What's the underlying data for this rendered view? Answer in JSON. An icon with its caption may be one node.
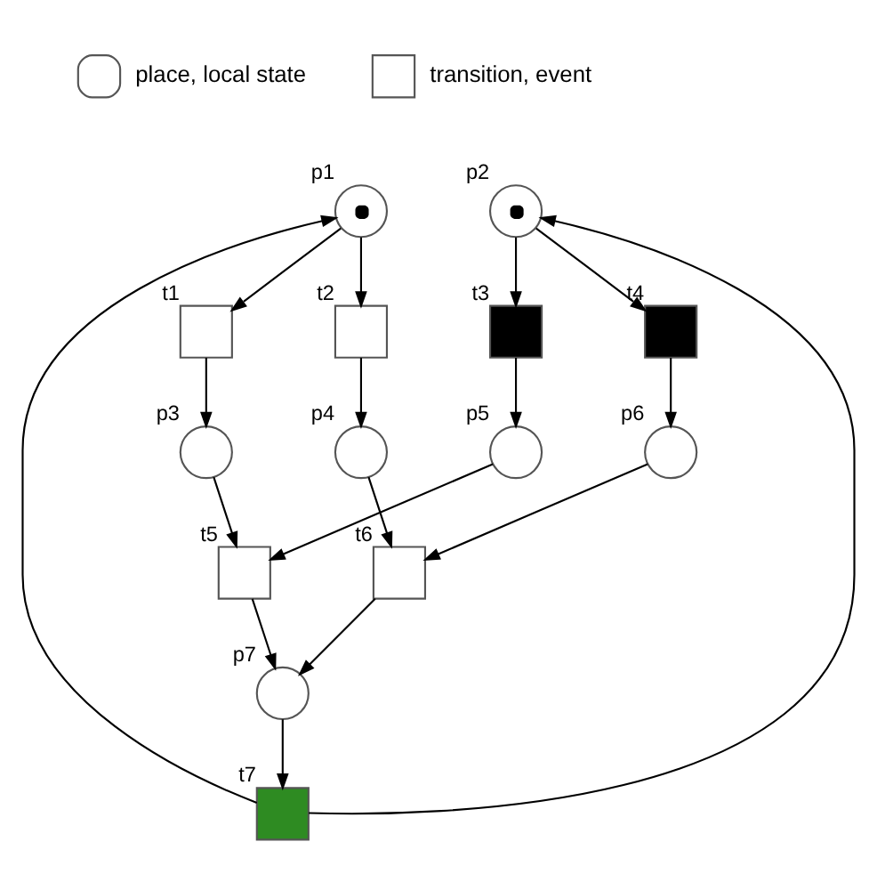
{
  "diagram": {
    "nodes": [
      {
        "text": [],
        "shape": "circle",
        "beside": [
          "p1"
        ]
      },
      {
        "text": [],
        "shape": "circle",
        "beside": [
          "p2"
        ]
      },
      {
        "text": [],
        "shape": "box",
        "beside": [
          "t1"
        ]
      },
      {
        "text": [],
        "shape": "box",
        "beside": [
          "t2"
        ]
      },
      {
        "text": [],
        "shape": "box",
        "beside": [
          "t3"
        ]
      },
      {
        "text": [],
        "shape": "box",
        "beside": [
          "t4"
        ]
      },
      {
        "text": [],
        "shape": "circle",
        "beside": [
          "p3"
        ]
      },
      {
        "text": [],
        "shape": "circle",
        "beside": [
          "p4"
        ]
      },
      {
        "text": [],
        "shape": "circle",
        "beside": [
          "p5"
        ]
      },
      {
        "text": [],
        "shape": "circle",
        "beside": [
          "p6"
        ]
      },
      {
        "text": [],
        "shape": "box",
        "beside": [
          "t5"
        ]
      },
      {
        "text": [],
        "shape": "box",
        "beside": [
          "t6"
        ]
      },
      {
        "text": [],
        "shape": "circle",
        "beside": [
          "p7"
        ]
      },
      {
        "text": [],
        "shape": "box",
        "beside": [
          "t7"
        ]
      }
    ],
    "edges": [
      {
        "from": 0,
        "to": 2,
        "arrow": "to"
      },
      {
        "from": 0,
        "to": 3,
        "arrow": "to"
      },
      {
        "from": 1,
        "to": 4,
        "arrow": "to"
      },
      {
        "from": 1,
        "to": 5,
        "arrow": "to"
      },
      {
        "from": 2,
        "to": 6,
        "arrow": "to"
      },
      {
        "from": 3,
        "to": 7,
        "arrow": "to"
      },
      {
        "from": 4,
        "to": 8,
        "arrow": "to"
      },
      {
        "from": 5,
        "to": 9,
        "arrow": "to"
      },
      {
        "from": 6,
        "to": 10,
        "arrow": "to"
      },
      {
        "from": 7,
        "to": 11,
        "arrow": "to"
      },
      {
        "from": 8,
        "to": 10,
        "arrow": "to"
      },
      {
        "from": 9,
        "to": 11,
        "arrow": "to"
      },
      {
        "from": 10,
        "to": 12,
        "arrow": "to"
      },
      {
        "from": 11,
        "to": 12,
        "arrow": "to"
      },
      {
        "from": 12,
        "to": 13,
        "arrow": "to"
      },
      {
        "from": 13,
        "to": 0,
        "arrow": "to"
      },
      {
        "from": 13,
        "to": 1,
        "arrow": "to"
      }
    ],
    "legend": [
      {
        "text": "place, local state"
      },
      {
        "text": "transition, event"
      }
    ]
  }
}
